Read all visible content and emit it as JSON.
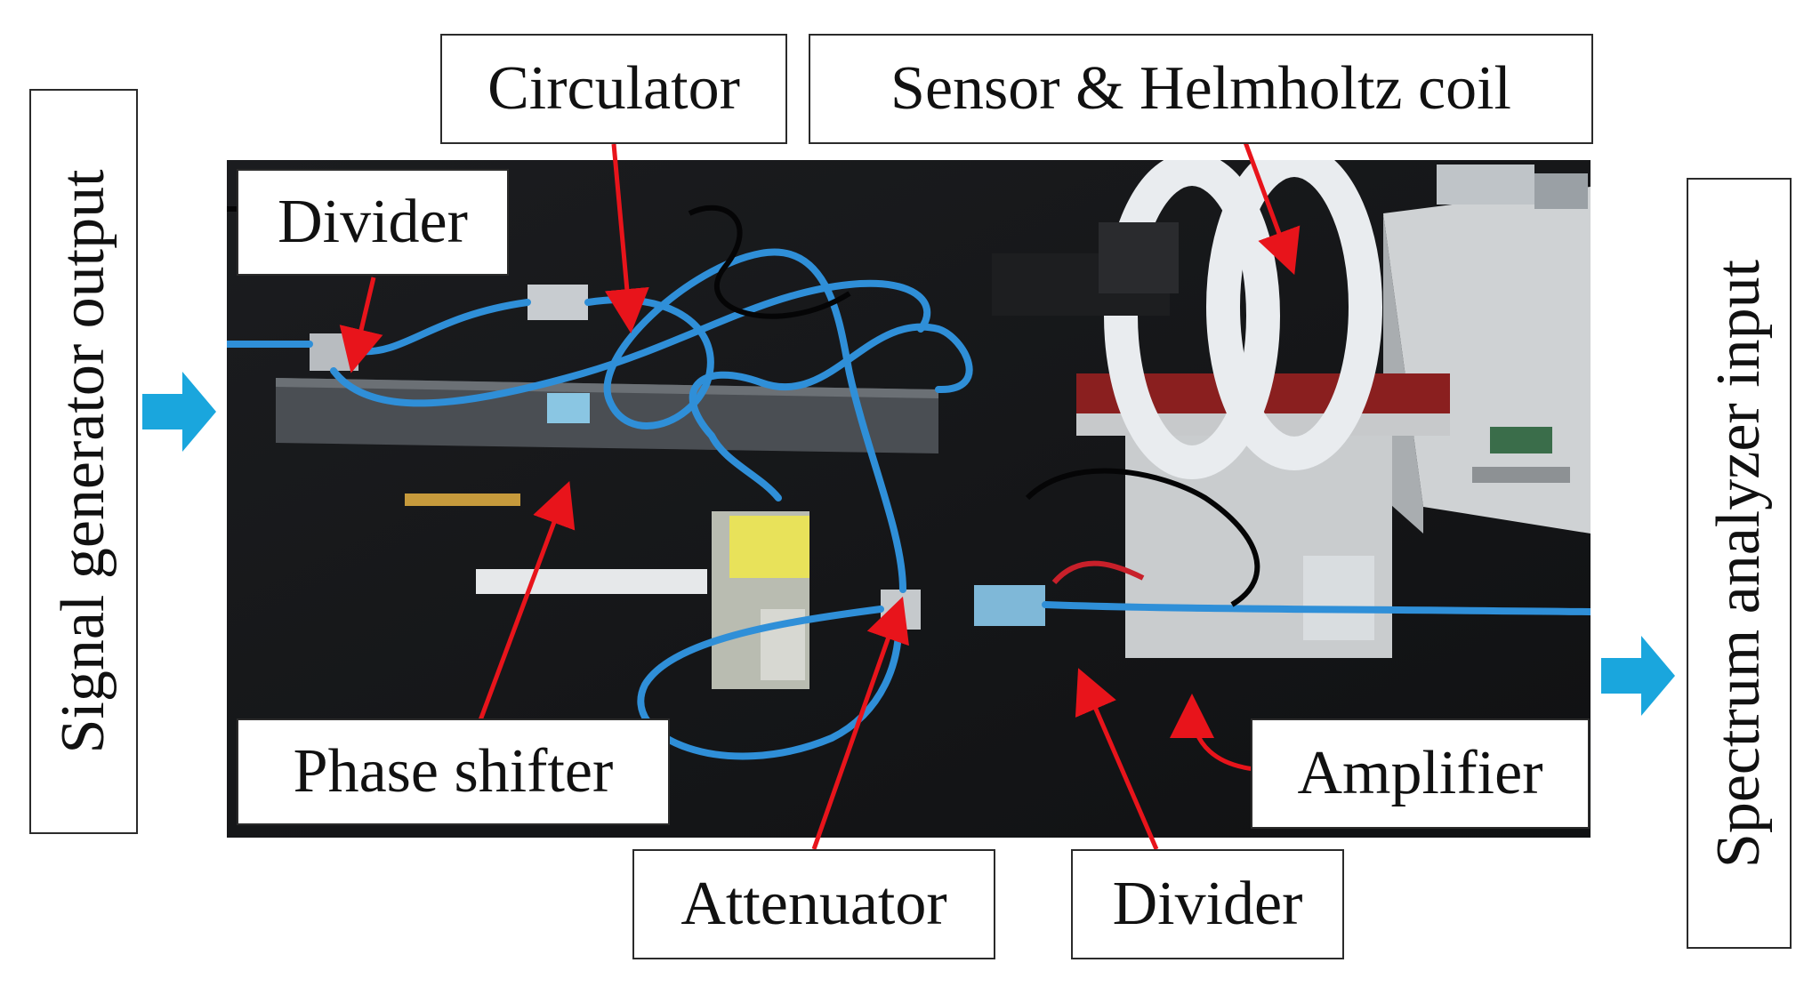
{
  "labels": {
    "signal_generator_output": "Signal generator output",
    "spectrum_analyzer_input": "Spectrum analyzer input",
    "circulator": "Circulator",
    "sensor_coil": "Sensor & Helmholtz coil",
    "divider_top": "Divider",
    "phase_shifter": "Phase shifter",
    "attenuator": "Attenuator",
    "divider_bottom": "Divider",
    "amplifier": "Amplifier"
  },
  "colors": {
    "arrow_red": "#e8141b",
    "flow_arrow_blue": "#1aa6dd",
    "cable_blue": "#2f8fd8",
    "bench_black": "#111214",
    "coil_white": "#e9ecef",
    "rail_red": "#8a1f1f"
  },
  "icons": {
    "input_arrow": "right-arrow-icon",
    "output_arrow": "right-arrow-icon"
  }
}
